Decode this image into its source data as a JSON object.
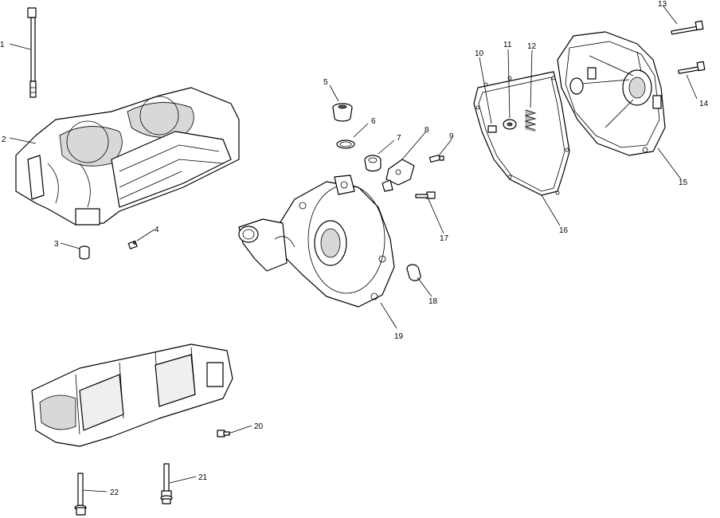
{
  "callouts": [
    {
      "id": "1",
      "label": "1"
    },
    {
      "id": "2",
      "label": "2"
    },
    {
      "id": "3",
      "label": "3"
    },
    {
      "id": "4",
      "label": "4"
    },
    {
      "id": "5",
      "label": "5"
    },
    {
      "id": "6",
      "label": "6"
    },
    {
      "id": "7",
      "label": "7"
    },
    {
      "id": "8",
      "label": "8"
    },
    {
      "id": "9",
      "label": "9"
    },
    {
      "id": "10",
      "label": "10"
    },
    {
      "id": "11",
      "label": "11"
    },
    {
      "id": "12",
      "label": "12"
    },
    {
      "id": "13",
      "label": "13"
    },
    {
      "id": "14",
      "label": "14"
    },
    {
      "id": "15",
      "label": "15"
    },
    {
      "id": "16",
      "label": "16"
    },
    {
      "id": "17",
      "label": "17"
    },
    {
      "id": "18",
      "label": "18"
    },
    {
      "id": "19",
      "label": "19"
    },
    {
      "id": "20",
      "label": "20"
    },
    {
      "id": "21",
      "label": "21"
    },
    {
      "id": "22",
      "label": "22"
    }
  ],
  "colors": {
    "line": "#000000",
    "background": "#ffffff",
    "shade": "#d8d8d8"
  }
}
